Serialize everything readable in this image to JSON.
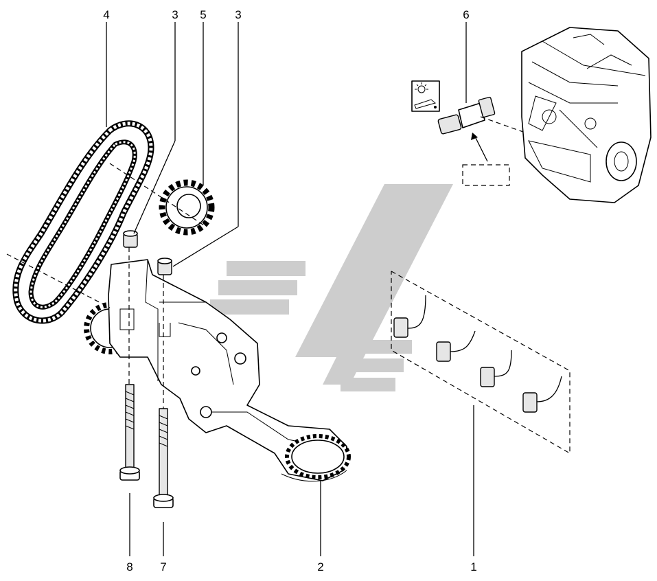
{
  "callouts": {
    "c4": "4",
    "c3a": "3",
    "c5": "5",
    "c3b": "3",
    "c6": "6",
    "c8": "8",
    "c7": "7",
    "c2": "2",
    "c1": "1"
  },
  "colors": {
    "line": "#000000",
    "watermark": "#bdbdbd",
    "background": "#ffffff"
  },
  "icons": {
    "oil_warning": "oil-pressure-warning-icon"
  }
}
